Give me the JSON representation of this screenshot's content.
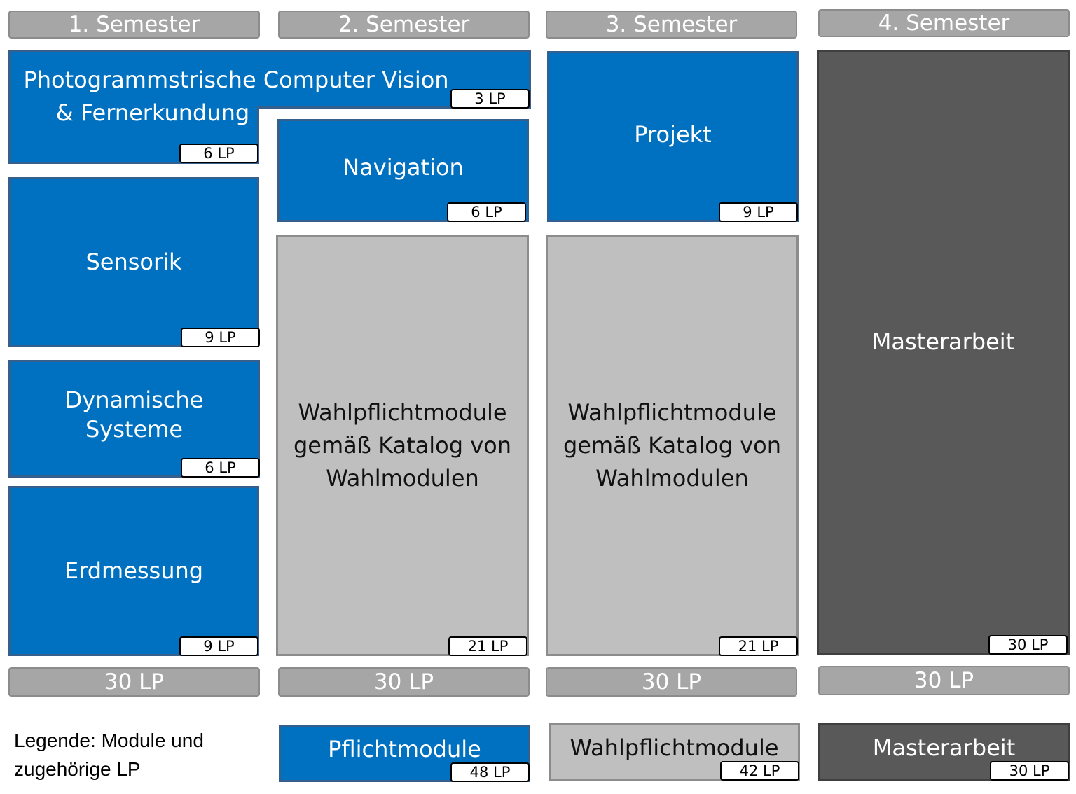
{
  "semesters": [
    "1. Semester",
    "2. Semester",
    "3. Semester",
    "4. Semester"
  ],
  "totals": [
    "30 LP",
    "30 LP",
    "30 LP",
    "30 LP"
  ],
  "modules": {
    "pcv_line1": "Photogrammstrische Computer Vision",
    "pcv_line2": "& Fernerkundung",
    "pcv_lp_s1": "6 LP",
    "pcv_lp_s2": "3 LP",
    "sensorik": "Sensorik",
    "sensorik_lp": "9 LP",
    "dyn_line1": "Dynamische",
    "dyn_line2": "Systeme",
    "dyn_lp": "6 LP",
    "erdmessung": "Erdmessung",
    "erdmessung_lp": "9 LP",
    "navigation": "Navigation",
    "navigation_lp": "6 LP",
    "wahl_line1": "Wahlpflichtmodule",
    "wahl_line2": "gemäß Katalog von",
    "wahl_line3": "Wahlmodulen",
    "wahl_s2_lp": "21 LP",
    "wahl_s3_lp": "21 LP",
    "projekt": "Projekt",
    "projekt_lp": "9 LP",
    "masterarbeit": "Masterarbeit",
    "masterarbeit_lp": "30 LP"
  },
  "legend": {
    "label_line1": "Legende: Module und",
    "label_line2": "zugehörige LP",
    "pflicht": "Pflichtmodule",
    "pflicht_lp": "48 LP",
    "wahl": "Wahlpflichtmodule",
    "wahl_lp": "42 LP",
    "master": "Masterarbeit",
    "master_lp": "30 LP"
  },
  "colors": {
    "header": "#a6a6a6",
    "pflicht": "#0070c0",
    "wahlpflicht": "#bfbfbf",
    "masterarbeit": "#595959"
  }
}
